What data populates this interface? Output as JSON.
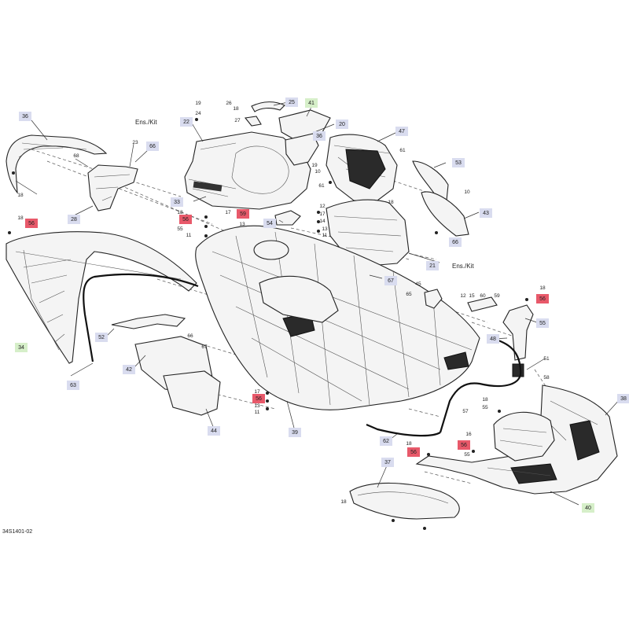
{
  "figure_code": "34S1401-02",
  "annotations": [
    "Ens./Kit",
    "Ens./Kit"
  ],
  "colors": {
    "callout_default": "#d9dcef",
    "callout_highlight": "#e8596a",
    "callout_green": "#d6efc9"
  },
  "callouts": [
    {
      "label": "36",
      "style": "default"
    },
    {
      "label": "18",
      "style": "plain"
    },
    {
      "label": "18",
      "style": "plain"
    },
    {
      "label": "56",
      "style": "highlight"
    },
    {
      "label": "34",
      "style": "green"
    },
    {
      "label": "63",
      "style": "default"
    },
    {
      "label": "68",
      "style": "plain"
    },
    {
      "label": "23",
      "style": "plain"
    },
    {
      "label": "66",
      "style": "default"
    },
    {
      "label": "28",
      "style": "default"
    },
    {
      "label": "19",
      "style": "plain"
    },
    {
      "label": "26",
      "style": "plain"
    },
    {
      "label": "24",
      "style": "plain"
    },
    {
      "label": "18",
      "style": "plain"
    },
    {
      "label": "25",
      "style": "default"
    },
    {
      "label": "27",
      "style": "plain"
    },
    {
      "label": "41",
      "style": "green"
    },
    {
      "label": "22",
      "style": "default"
    },
    {
      "label": "20",
      "style": "default"
    },
    {
      "label": "36",
      "style": "default"
    },
    {
      "label": "47",
      "style": "default"
    },
    {
      "label": "19",
      "style": "plain"
    },
    {
      "label": "61",
      "style": "plain"
    },
    {
      "label": "10",
      "style": "plain"
    },
    {
      "label": "61",
      "style": "plain"
    },
    {
      "label": "53",
      "style": "default"
    },
    {
      "label": "10",
      "style": "plain"
    },
    {
      "label": "33",
      "style": "default"
    },
    {
      "label": "18",
      "style": "plain"
    },
    {
      "label": "17",
      "style": "plain"
    },
    {
      "label": "59",
      "style": "highlight"
    },
    {
      "label": "56",
      "style": "highlight"
    },
    {
      "label": "13",
      "style": "plain"
    },
    {
      "label": "55",
      "style": "plain"
    },
    {
      "label": "11",
      "style": "plain"
    },
    {
      "label": "12",
      "style": "plain"
    },
    {
      "label": "54",
      "style": "default"
    },
    {
      "label": "17",
      "style": "plain"
    },
    {
      "label": "14",
      "style": "plain"
    },
    {
      "label": "13",
      "style": "plain"
    },
    {
      "label": "11",
      "style": "plain"
    },
    {
      "label": "18",
      "style": "plain"
    },
    {
      "label": "43",
      "style": "default"
    },
    {
      "label": "66",
      "style": "default"
    },
    {
      "label": "21",
      "style": "default"
    },
    {
      "label": "67",
      "style": "default"
    },
    {
      "label": "45",
      "style": "plain"
    },
    {
      "label": "65",
      "style": "plain"
    },
    {
      "label": "12",
      "style": "plain"
    },
    {
      "label": "15",
      "style": "plain"
    },
    {
      "label": "60",
      "style": "plain"
    },
    {
      "label": "59",
      "style": "plain"
    },
    {
      "label": "18",
      "style": "plain"
    },
    {
      "label": "56",
      "style": "highlight"
    },
    {
      "label": "55",
      "style": "default"
    },
    {
      "label": "48",
      "style": "default"
    },
    {
      "label": "52",
      "style": "default"
    },
    {
      "label": "66",
      "style": "plain"
    },
    {
      "label": "67",
      "style": "plain"
    },
    {
      "label": "42",
      "style": "default"
    },
    {
      "label": "51",
      "style": "plain"
    },
    {
      "label": "17",
      "style": "plain"
    },
    {
      "label": "56",
      "style": "highlight"
    },
    {
      "label": "13",
      "style": "plain"
    },
    {
      "label": "11",
      "style": "plain"
    },
    {
      "label": "44",
      "style": "default"
    },
    {
      "label": "39",
      "style": "default"
    },
    {
      "label": "58",
      "style": "plain"
    },
    {
      "label": "18",
      "style": "plain"
    },
    {
      "label": "55",
      "style": "plain"
    },
    {
      "label": "57",
      "style": "plain"
    },
    {
      "label": "38",
      "style": "default"
    },
    {
      "label": "62",
      "style": "default"
    },
    {
      "label": "18",
      "style": "plain"
    },
    {
      "label": "56",
      "style": "highlight"
    },
    {
      "label": "16",
      "style": "plain"
    },
    {
      "label": "56",
      "style": "highlight"
    },
    {
      "label": "55",
      "style": "plain"
    },
    {
      "label": "37",
      "style": "default"
    },
    {
      "label": "18",
      "style": "plain"
    },
    {
      "label": "40",
      "style": "green"
    }
  ]
}
